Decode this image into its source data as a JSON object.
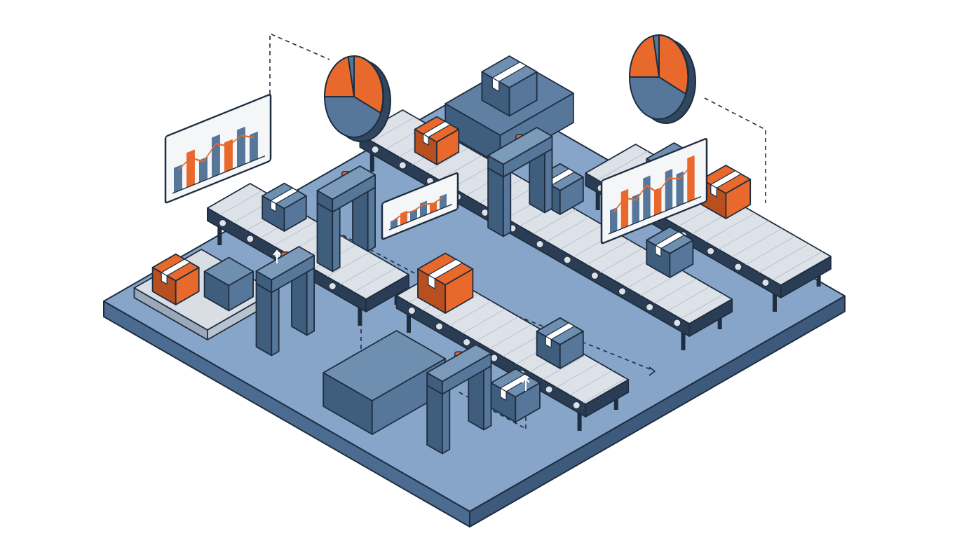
{
  "scene": {
    "colors": {
      "background": "#ffffff",
      "floor_top": "#86a5c8",
      "floor_side": "#4b6b90",
      "outline": "#1e2d40",
      "belt": "#dde2e8",
      "conveyor_frame": "#2b3d55",
      "box_orange": "#e8692b",
      "box_orange_dark": "#b84f1e",
      "box_blue": "#56779a",
      "box_blue_dark": "#3f5d7d",
      "panel": "#f4f6f8",
      "bar_blue": "#56779a",
      "bar_orange": "#e8692b"
    },
    "objects": [
      "floor",
      "conveyor",
      "box",
      "scanner-gate",
      "bar-chart-panel",
      "pie-chart",
      "dashed-connector"
    ]
  }
}
